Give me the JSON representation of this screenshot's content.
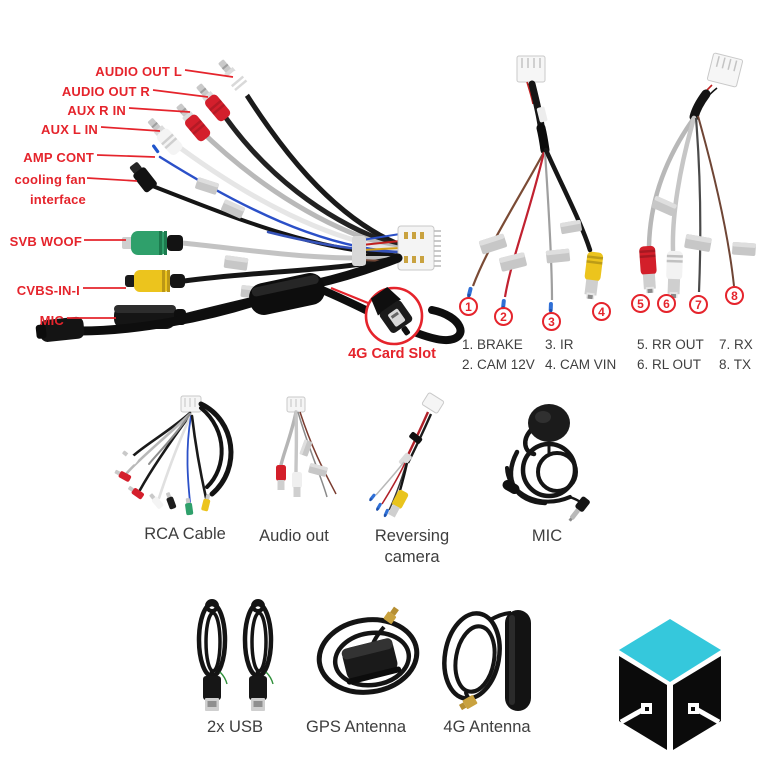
{
  "colors": {
    "background": "#ffffff",
    "label_red": "#e5242c",
    "item_text": "#3e3e3e",
    "logo_cyan": "#35c8dc",
    "logo_black": "#0b0b0b"
  },
  "harness": {
    "port_labels": [
      "AUDIO OUT L",
      "AUDIO OUT R",
      "AUX R IN",
      "AUX L IN",
      "AMP CONT",
      "cooling fan interface",
      "SVB WOOF",
      "CVBS-IN-I",
      "MIC"
    ],
    "card_slot_label": "4G Card Slot"
  },
  "pigtails": {
    "markers": [
      "1",
      "2",
      "3",
      "4",
      "5",
      "6",
      "7",
      "8"
    ],
    "legend": [
      "1. BRAKE",
      "3. IR",
      "5. RR OUT",
      "7. RX",
      "2. CAM 12V",
      "4. CAM VIN",
      "6. RL OUT",
      "8. TX"
    ]
  },
  "accessories": {
    "row1": [
      "RCA Cable",
      "Audio out",
      "Reversing camera",
      "MIC"
    ],
    "row2": [
      "2x USB",
      "GPS Antenna",
      "4G Antenna"
    ]
  }
}
